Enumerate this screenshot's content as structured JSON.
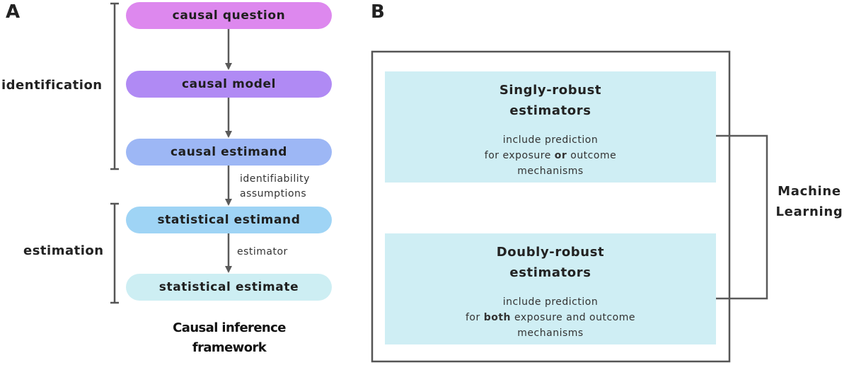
{
  "panel_a": {
    "letter": "A",
    "stages": [
      {
        "label": "causal question",
        "color": "#dd88ee"
      },
      {
        "label": "causal model",
        "color": "#b08af4"
      },
      {
        "label": "causal estimand",
        "color": "#9db7f5"
      },
      {
        "label": "statistical estimand",
        "color": "#9fd4f5"
      },
      {
        "label": "statistical estimate",
        "color": "#cdeef3"
      }
    ],
    "phases": {
      "identification": "identification",
      "estimation": "estimation"
    },
    "transitions": {
      "identifiability_line1": "identifiability",
      "identifiability_line2": "assumptions",
      "estimator": "estimator"
    },
    "caption_line1": "Causal inference",
    "caption_line2": "framework"
  },
  "panel_b": {
    "letter": "B",
    "singly": {
      "title_line1": "Singly-robust",
      "title_line2": "estimators",
      "desc_line1": "include prediction",
      "desc_line2_pre": "for exposure ",
      "desc_line2_bold": "or",
      "desc_line2_post": " outcome",
      "desc_line3": "mechanisms"
    },
    "doubly": {
      "title_line1": "Doubly-robust",
      "title_line2": "estimators",
      "desc_line1": "include prediction",
      "desc_line2_pre": "for ",
      "desc_line2_bold": "both",
      "desc_line2_post": " exposure and outcome",
      "desc_line3": "mechanisms"
    },
    "ml_line1": "Machine",
    "ml_line2": "Learning"
  },
  "colors": {
    "arrow": "#5a5a5a",
    "bracket": "#555555",
    "panel_border": "#555555",
    "estimator_box": "#cfeef4"
  }
}
